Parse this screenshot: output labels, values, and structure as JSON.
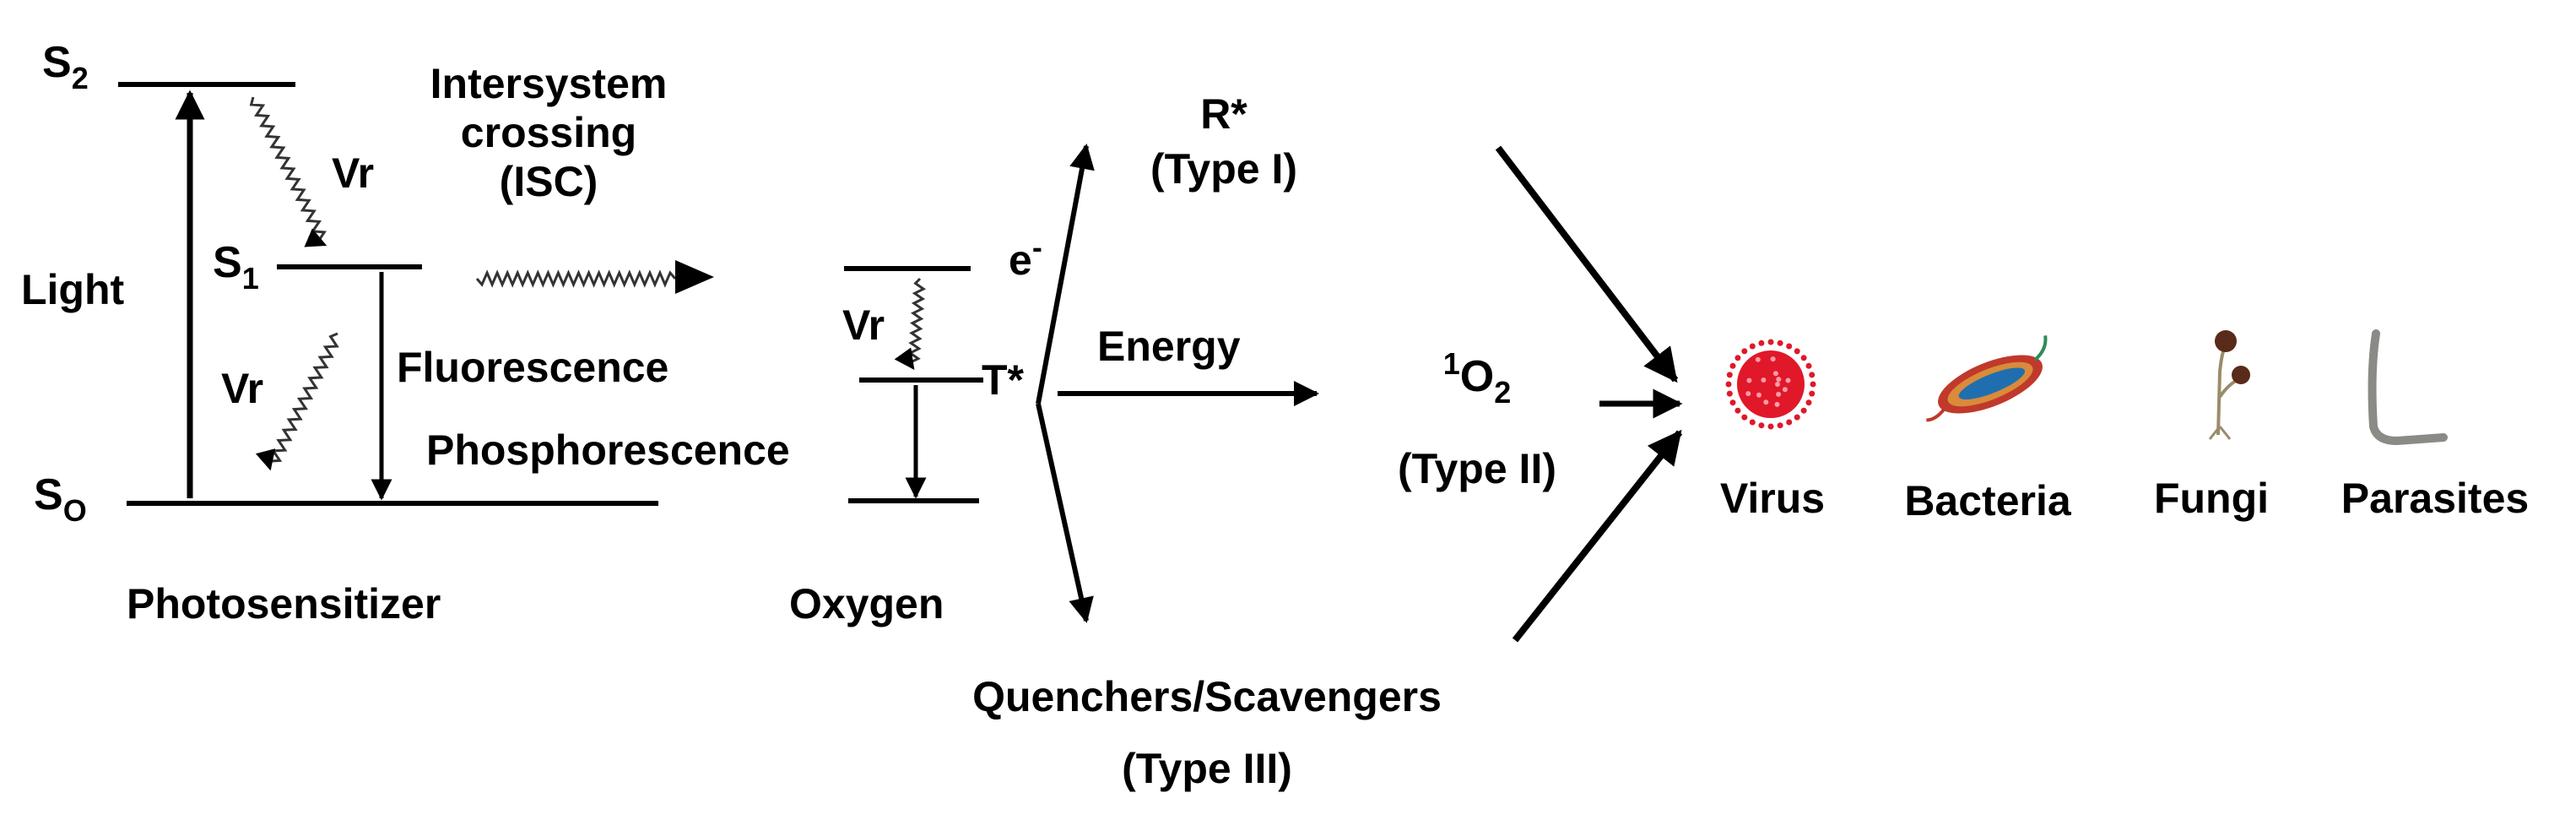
{
  "levels": {
    "s2": {
      "main": "S",
      "sub": "2"
    },
    "s1": {
      "main": "S",
      "sub": "1"
    },
    "s0": {
      "main": "S",
      "sub": "O"
    }
  },
  "labels": {
    "light": "Light",
    "vr_upper": "Vr",
    "vr_lower": "Vr",
    "isc": [
      "Intersystem",
      "crossing",
      "(ISC)"
    ],
    "fluorescence": "Fluorescence",
    "phosphorescence": "Phosphorescence",
    "photosensitizer": "Photosensitizer",
    "oxygen": "Oxygen",
    "vr_oxygen": "Vr",
    "electron": {
      "main": "e",
      "sup": "-"
    },
    "triplet": "T*",
    "energy": "Energy",
    "radical": "R*",
    "type1": "(Type I)",
    "singlet_oxygen": {
      "pre_sup": "1",
      "main": "O",
      "sub": "2"
    },
    "type2": "(Type II)",
    "quenchers": "Quenchers/Scavengers",
    "type3": "(Type III)"
  },
  "targets": [
    "Virus",
    "Bacteria",
    "Fungi",
    "Parasites"
  ],
  "icons": [
    "virus-icon",
    "bacteria-icon",
    "fungi-icon",
    "parasite-icon"
  ],
  "colors": {
    "ink": "#000000",
    "virus": "#e0182a",
    "bacteria_shell": "#c0392b",
    "bacteria_core": "#1f6fb0",
    "fungi": "#5a2a1a",
    "parasite": "#8a8a86"
  }
}
